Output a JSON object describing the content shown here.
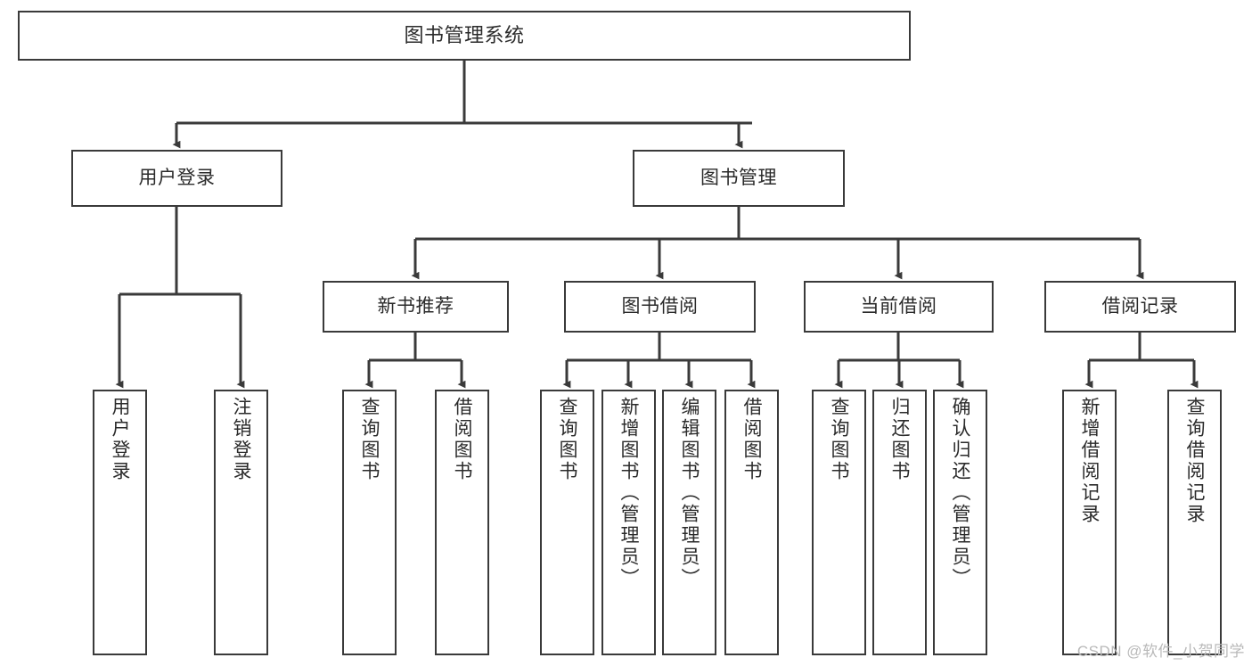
{
  "diagram": {
    "title": "图书管理系统",
    "type": "tree",
    "watermark": "CSDN @软件_小贺同学",
    "colors": {
      "box_border": "#3a3a3a",
      "box_fill": "#ffffff",
      "edge": "#3a3a3a",
      "text": "#2b2b2b",
      "watermark": "#b9b9b9",
      "background": "#ffffff"
    },
    "nodes": {
      "root": {
        "label": "图书管理系统",
        "level": 1
      },
      "l2": [
        {
          "id": "user_login",
          "label": "用户登录",
          "level": 2
        },
        {
          "id": "book_mgmt",
          "label": "图书管理",
          "level": 2
        }
      ],
      "l3": [
        {
          "id": "new_book_rec",
          "label": "新书推荐",
          "level": 3,
          "parent": "book_mgmt"
        },
        {
          "id": "book_borrow",
          "label": "图书借阅",
          "level": 3,
          "parent": "book_mgmt"
        },
        {
          "id": "current_borrow",
          "label": "当前借阅",
          "level": 3,
          "parent": "book_mgmt"
        },
        {
          "id": "borrow_record",
          "label": "借阅记录",
          "level": 3,
          "parent": "book_mgmt"
        }
      ],
      "leaves": [
        {
          "id": "leaf_user_login",
          "label": "用户登录",
          "parent": "user_login"
        },
        {
          "id": "leaf_logout",
          "label": "注销登录",
          "parent": "user_login"
        },
        {
          "id": "leaf_query_book_1",
          "label": "查询图书",
          "parent": "new_book_rec"
        },
        {
          "id": "leaf_borrow_book_1",
          "label": "借阅图书",
          "parent": "new_book_rec"
        },
        {
          "id": "leaf_query_book_2",
          "label": "查询图书",
          "parent": "book_borrow"
        },
        {
          "id": "leaf_add_book",
          "label": "新增图书（管理员）",
          "parent": "book_borrow"
        },
        {
          "id": "leaf_edit_book",
          "label": "编辑图书（管理员）",
          "parent": "book_borrow"
        },
        {
          "id": "leaf_borrow_book_2",
          "label": "借阅图书",
          "parent": "book_borrow"
        },
        {
          "id": "leaf_query_book_3",
          "label": "查询图书",
          "parent": "current_borrow"
        },
        {
          "id": "leaf_return_book",
          "label": "归还图书",
          "parent": "current_borrow"
        },
        {
          "id": "leaf_confirm_return",
          "label": "确认归还（管理员）",
          "parent": "current_borrow"
        },
        {
          "id": "leaf_add_record",
          "label": "新增借阅记录",
          "parent": "borrow_record"
        },
        {
          "id": "leaf_query_record",
          "label": "查询借阅记录",
          "parent": "borrow_record"
        }
      ]
    }
  }
}
